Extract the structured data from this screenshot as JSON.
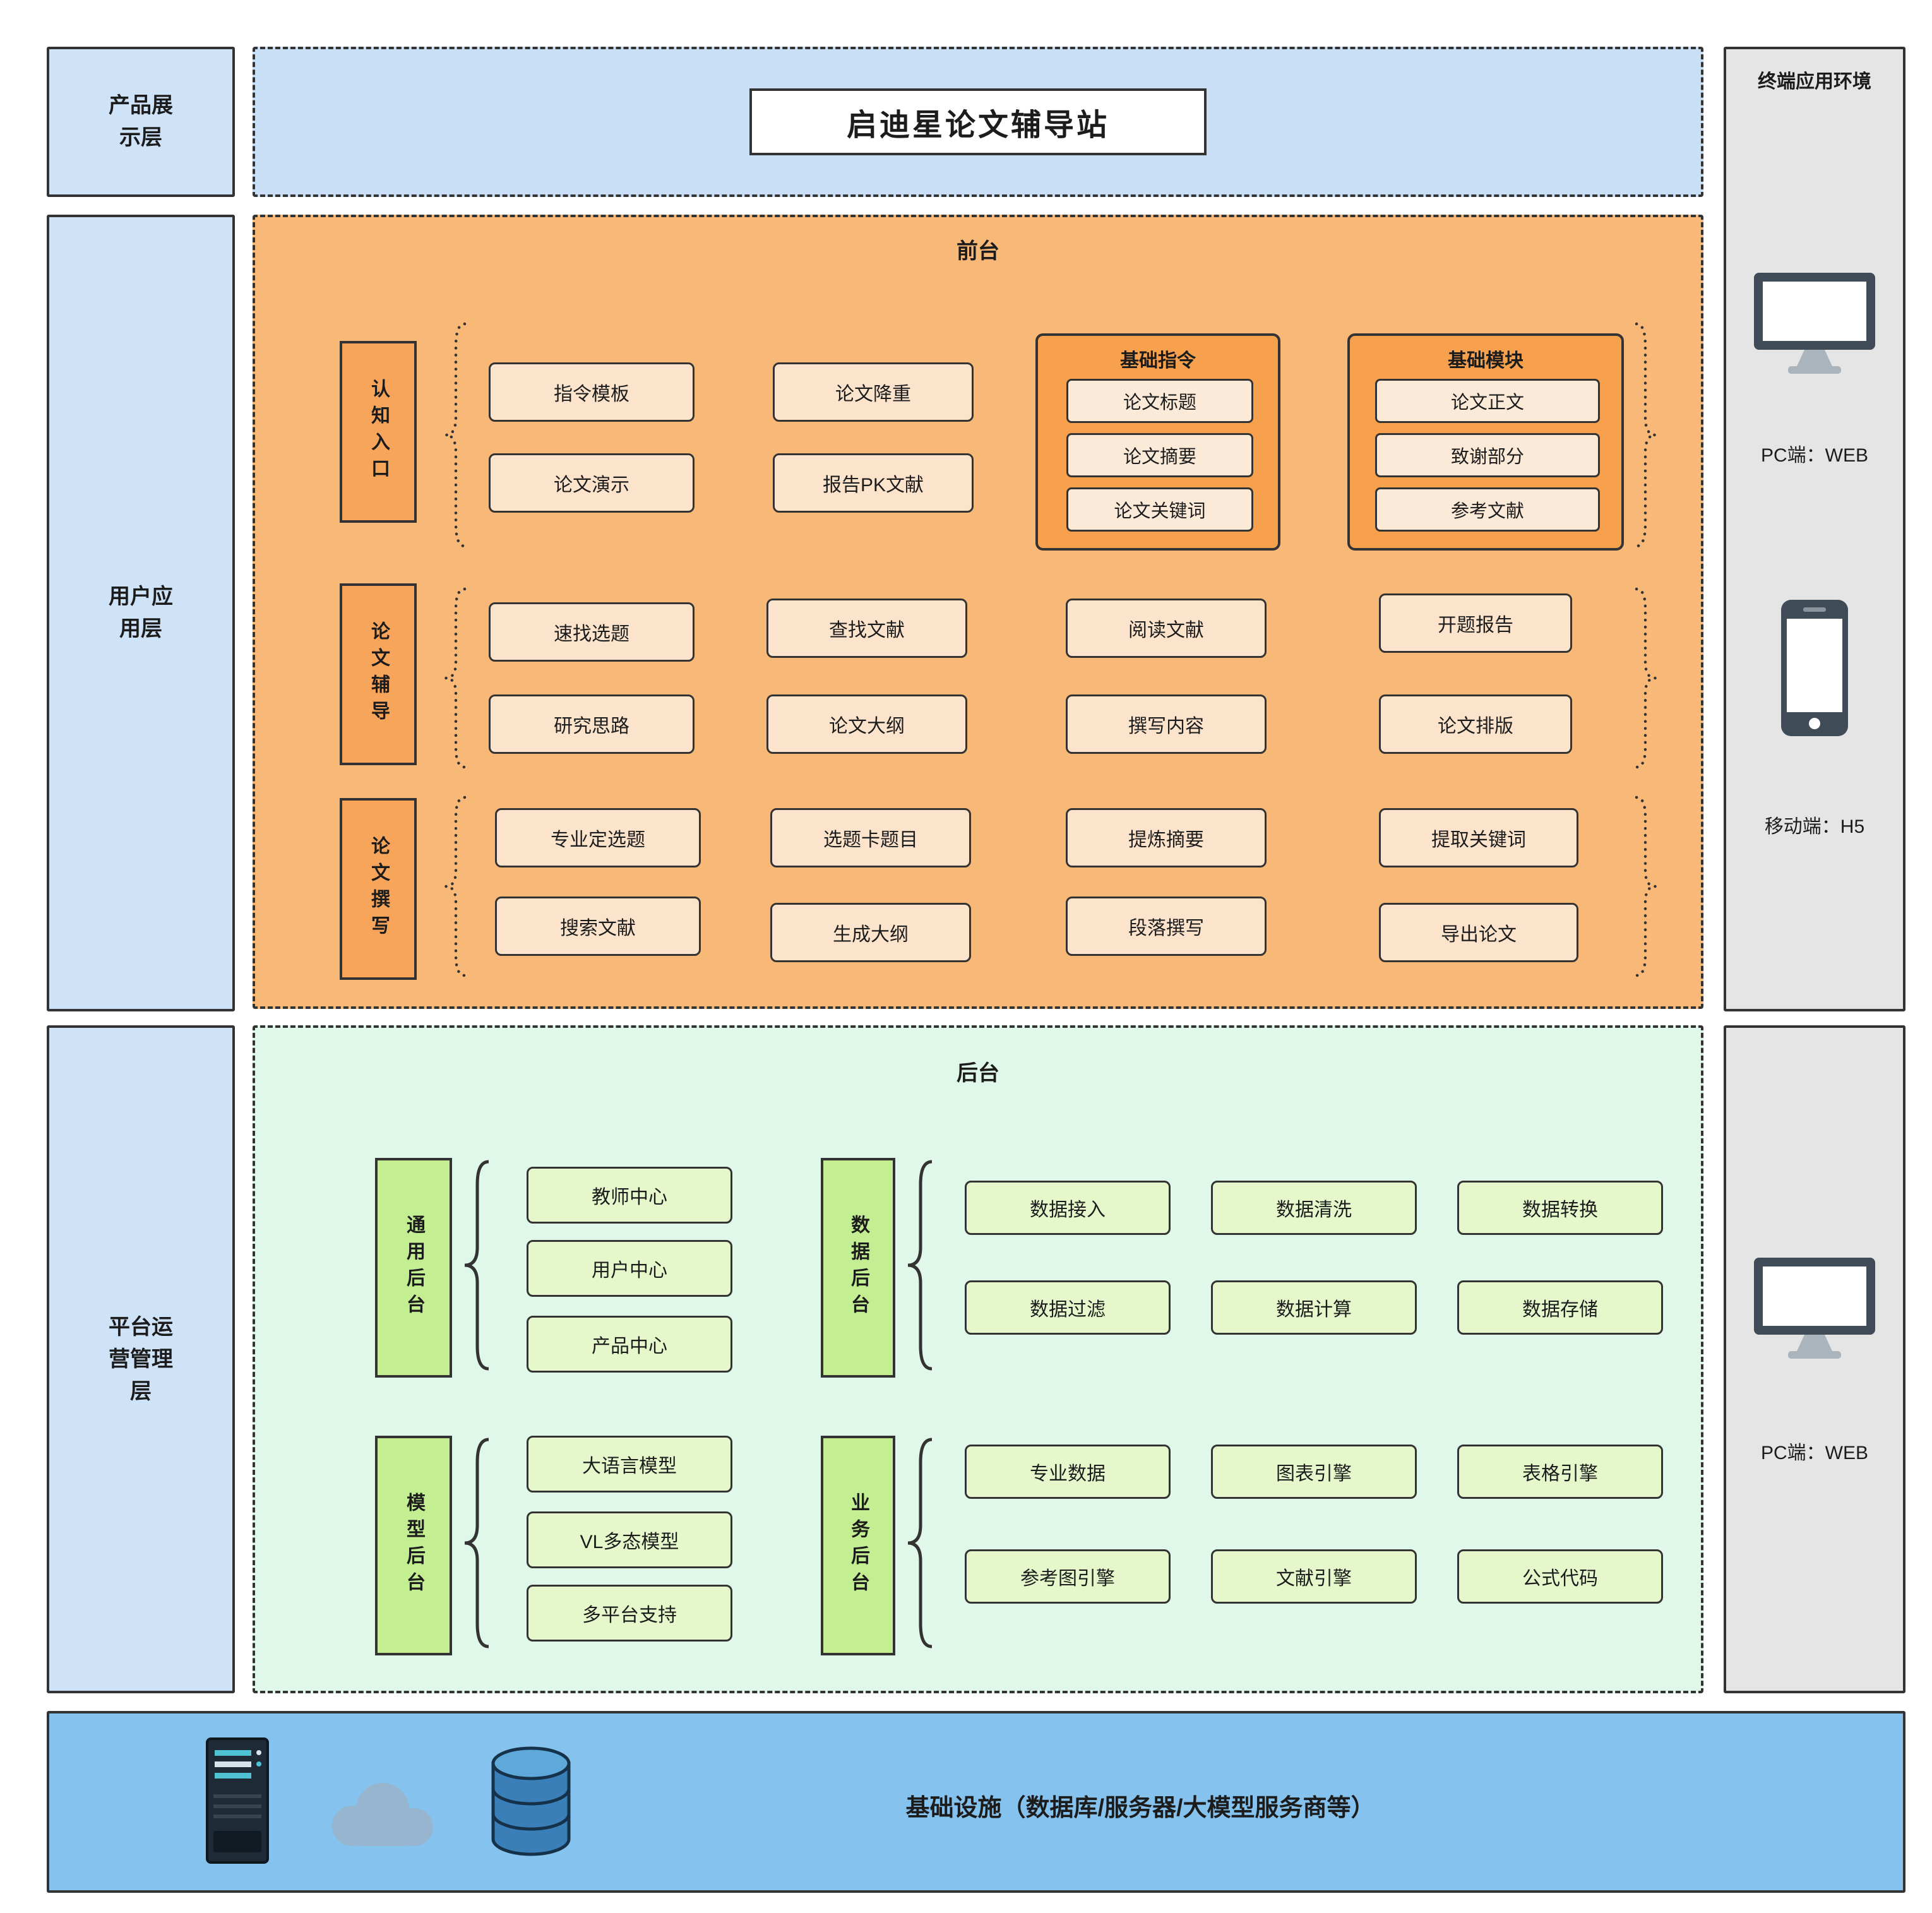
{
  "layers": {
    "items": [
      "产品展示层",
      "用户应用层",
      "平台运营管理层"
    ]
  },
  "header": {
    "title": "启迪星论文辅导站"
  },
  "terminal": {
    "title": "终端应用环境",
    "pc_label": "PC端：WEB",
    "mobile_label": "移动端：H5",
    "pc_label2": "PC端：WEB"
  },
  "frontend": {
    "title": "前台",
    "rows": [
      {
        "label": "认知入口",
        "items": [
          "指令模板",
          "论文演示",
          "论文降重",
          "报告PK文献"
        ],
        "groups": [
          {
            "title": "基础指令",
            "items": [
              "论文标题",
              "论文摘要",
              "论文关键词"
            ]
          },
          {
            "title": "基础模块",
            "items": [
              "论文正文",
              "致谢部分",
              "参考文献"
            ]
          }
        ]
      },
      {
        "label": "论文辅导",
        "items": [
          "速找选题",
          "研究思路",
          "查找文献",
          "论文大纲",
          "阅读文献",
          "撰写内容",
          "开题报告",
          "论文排版"
        ]
      },
      {
        "label": "论文撰写",
        "items": [
          "专业定选题",
          "搜索文献",
          "选题卡题目",
          "生成大纲",
          "提炼摘要",
          "段落撰写",
          "提取关键词",
          "导出论文"
        ]
      }
    ]
  },
  "backend": {
    "title": "后台",
    "groups": [
      {
        "label": "通用后台",
        "items": [
          "教师中心",
          "用户中心",
          "产品中心"
        ]
      },
      {
        "label": "数据后台",
        "items": [
          "数据接入",
          "数据清洗",
          "数据转换",
          "数据过滤",
          "数据计算",
          "数据存储"
        ]
      },
      {
        "label": "模型后台",
        "items": [
          "大语言模型",
          "VL多态模型",
          "多平台支持"
        ]
      },
      {
        "label": "业务后台",
        "items": [
          "专业数据",
          "图表引擎",
          "表格引擎",
          "参考图引擎",
          "文献引擎",
          "公式代码"
        ]
      }
    ]
  },
  "infrastructure": {
    "label": "基础设施（数据库/服务器/大模型服务商等）"
  },
  "icons": [
    "monitor-icon",
    "smartphone-icon",
    "server-icon",
    "cloud-icon",
    "database-icon"
  ],
  "colors": {
    "layer_fill": "#cfe3f8",
    "header_fill": "#c8dff6",
    "frontend_fill": "#f8b878",
    "frontend_label_fill": "#f8a55c",
    "frontend_item_fill": "#fce4cc",
    "frontend_group_fill": "#f7a04e",
    "backend_fill": "#e0f8ea",
    "backend_label_fill": "#c3ef92",
    "backend_item_fill": "#e6f8cb",
    "terminal_fill": "#e5e5e5",
    "infra_fill": "#85c2ee",
    "border": "#333333"
  }
}
